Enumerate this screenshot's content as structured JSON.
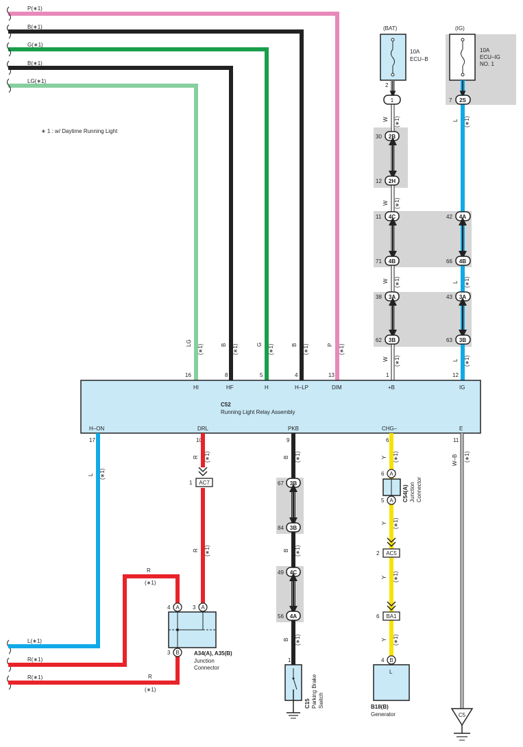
{
  "diagram": {
    "footnote": "∗ 1 : w/ Daytime Running Light",
    "opt": "(∗1)",
    "left_wires": [
      "P(∗1)",
      "B(∗1)",
      "G(∗1)",
      "B(∗1)",
      "LG(∗1)"
    ],
    "bottom_left_wires": [
      "L(∗1)",
      "R(∗1)",
      "R(∗1)"
    ],
    "fuse_bat": {
      "header": "(BAT)",
      "rating": "10A",
      "name": "ECU–B",
      "pin": "2"
    },
    "fuse_ig": {
      "header": "(IG)",
      "rating": "10A",
      "name1": "ECU–IG",
      "name2": "NO. 1"
    },
    "relay": {
      "code": "C52",
      "name": "Running Light Relay Assembly",
      "top_pins": [
        {
          "num": "16",
          "label": "HI",
          "wire": "LG"
        },
        {
          "num": "8",
          "label": "HF",
          "wire": "B"
        },
        {
          "num": "5",
          "label": "H",
          "wire": "G"
        },
        {
          "num": "4",
          "label": "H–LP",
          "wire": "B"
        },
        {
          "num": "13",
          "label": "DIM",
          "wire": "P"
        },
        {
          "num": "1",
          "label": "+B",
          "wire": "W"
        },
        {
          "num": "12",
          "label": "IG",
          "wire": "L"
        }
      ],
      "bottom_pins": [
        {
          "num": "17",
          "label": "H–ON",
          "wire": "L"
        },
        {
          "num": "10",
          "label": "DRL",
          "wire": "R"
        },
        {
          "num": "9",
          "label": "PKB",
          "wire": "B"
        },
        {
          "num": "6",
          "label": "CHG–",
          "wire": "Y"
        },
        {
          "num": "11",
          "label": "E",
          "wire": "W–B"
        }
      ]
    },
    "w_col": {
      "connectors": [
        {
          "pin": "30",
          "code": "2B"
        },
        {
          "pin": "12",
          "code": "2H"
        },
        {
          "pin": "11",
          "code": "4C"
        },
        {
          "pin": "71",
          "code": "4B"
        },
        {
          "pin": "38",
          "code": "3A"
        },
        {
          "pin": "62",
          "code": "3B"
        }
      ],
      "j_code": "1",
      "wire": "W"
    },
    "l_col": {
      "connectors": [
        {
          "pin": "42",
          "code": "4A"
        },
        {
          "pin": "66",
          "code": "4B"
        },
        {
          "pin": "43",
          "code": "3A"
        },
        {
          "pin": "63",
          "code": "3B"
        }
      ],
      "top": {
        "pin": "7",
        "code": "2S"
      },
      "wire": "L"
    },
    "drl_col": {
      "conn_pin": "1",
      "conn_code": "AC7",
      "wire": "R"
    },
    "pkb_col": {
      "connectors": [
        {
          "pin": "67",
          "code": "3B"
        },
        {
          "pin": "84",
          "code": "3B"
        },
        {
          "pin": "49",
          "code": "4C"
        },
        {
          "pin": "56",
          "code": "4A"
        }
      ],
      "wire": "B",
      "switch_pin": "1",
      "switch_code": "C15",
      "switch_name1": "Parking Brake",
      "switch_name2": "Switch"
    },
    "chg_col": {
      "jc_code": "C54(A)",
      "jc_name1": "Junction",
      "jc_name2": "Connector",
      "jc_pin_top": "6",
      "jc_pin_bottom": "5",
      "jc_letter": "A",
      "conn1": {
        "pin": "2",
        "code": "AC5"
      },
      "conn2": {
        "pin": "6",
        "code": "BA1"
      },
      "wire": "Y",
      "gen_pin": "4",
      "gen_letter": "B",
      "gen_inner": "L",
      "gen_code": "B18(B)",
      "gen_name": "Generator"
    },
    "jc_left": {
      "code": "A34(A), A35(B)",
      "name1": "Junction",
      "name2": "Connector",
      "pin4": "4",
      "pin3a": "3",
      "pin3b": "3",
      "letter_a": "A",
      "letter_b": "B",
      "wire": "R"
    },
    "ground_e": {
      "label": "C5"
    },
    "colors": {
      "pink": "#e889b9",
      "black": "#222222",
      "green": "#1a9e4b",
      "light_green": "#86cf9e",
      "blue": "#12a9e8",
      "red": "#e8232a",
      "yellow": "#f7e200",
      "relay_fill": "#c9e9f7",
      "shade": "#d5d5d5"
    }
  }
}
